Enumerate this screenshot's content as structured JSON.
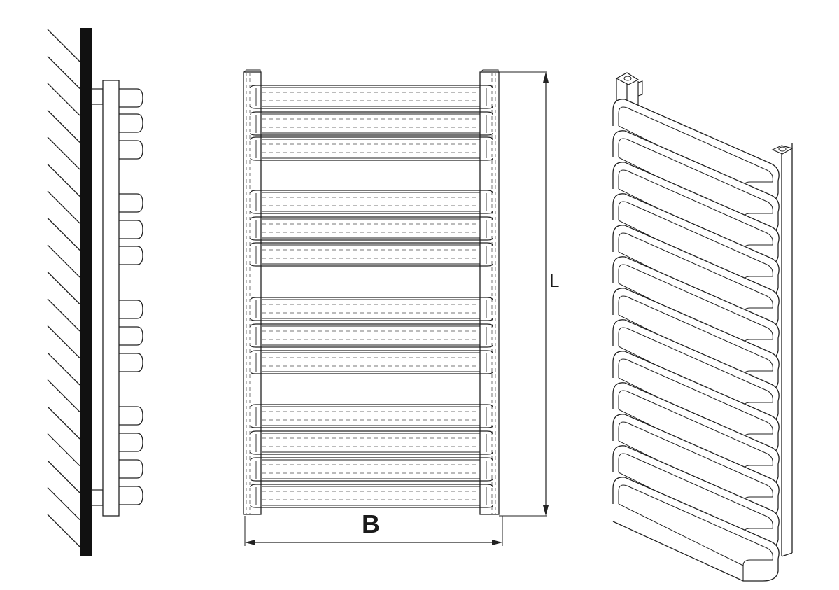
{
  "dimensions": {
    "width_label": "B",
    "length_label": "L"
  },
  "views": {
    "side_view": {
      "tube_groups": [
        3,
        3,
        3,
        4
      ]
    },
    "front_view": {
      "tube_groups": [
        3,
        3,
        3,
        4
      ]
    },
    "iso_view": {
      "tube_count": 13
    }
  },
  "colors": {
    "stroke": "#222222",
    "wall": "#111111",
    "hidden_line": "#777777",
    "background": "#ffffff"
  }
}
